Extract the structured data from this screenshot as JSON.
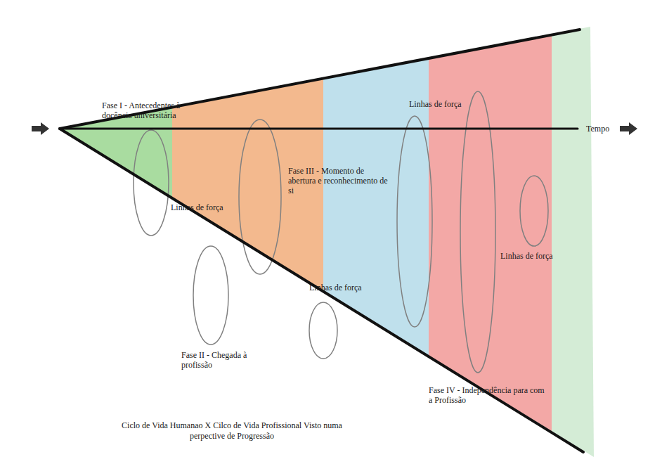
{
  "diagram": {
    "caption": "Ciclo de Vida Humanao X Cilco de Vida Profissional Visto numa perpective de Progressão",
    "labels": [
      "Fase I - Antecedentes à docência universitária",
      "Linhas de força",
      "Fase III - Momento de abertura e reconhecimento de si",
      "Linhas de força",
      "Linhas de força",
      "Tempo",
      "Linhas de força",
      "Fase II - Chegada à profissão",
      "Fase IV - Independência para com a Profissão"
    ]
  }
}
